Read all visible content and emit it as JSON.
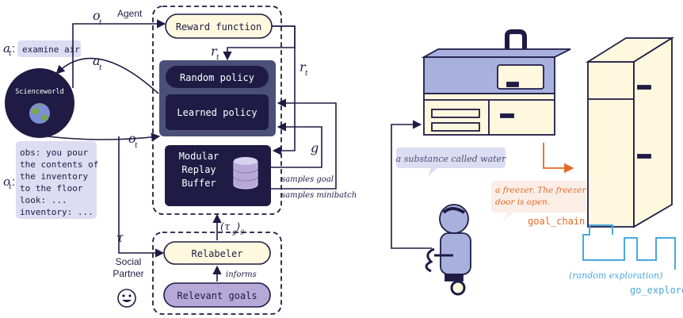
{
  "agent": {
    "label": "Agent",
    "reward_function": "Reward function",
    "random_policy": "Random policy",
    "learned_policy": "Learned policy",
    "replay_buffer_line1": "Modular",
    "replay_buffer_line2": "Replay",
    "replay_buffer_line3": "Buffer"
  },
  "social_partner": {
    "label_line1": "Social",
    "label_line2": "Partner",
    "relabeler": "Relabeler",
    "relevant_goals": "Relevant goals",
    "informs": "informs"
  },
  "environment": {
    "name": "Scienceworld"
  },
  "symbols": {
    "o_t": "o",
    "a_t": "a",
    "r_t": "r",
    "g": "g",
    "tau": "τ",
    "t_sub": "t",
    "tau_g_open": "(τ",
    "tau_g_close": ")",
    "tau_g_sub": "g",
    "tau_g_outer": "g"
  },
  "action_bubble": {
    "prefix": "a",
    "text": "examine air"
  },
  "observation_bubble": {
    "prefix": "o",
    "lines": [
      "obs: you pour",
      "the contents of",
      "the inventory",
      "to the floor",
      "look: ...",
      "inventory: ..."
    ]
  },
  "edge_labels": {
    "samples_goal": "samples goal",
    "samples_minibatch": "samples minibatch"
  },
  "scene": {
    "water_bubble": "a substance called water",
    "freezer_line1": "a freezer. The freezer",
    "freezer_line2": "door is open.",
    "goal_chain": "goal_chain",
    "random_exploration": "(random exploration)",
    "go_explore": "go_explore"
  },
  "colors": {
    "navy": "#1f1b45",
    "slate": "#4a5078",
    "cream": "#fdf8de",
    "lavender": "#b6a9d8",
    "bubble": "#dcdcf2",
    "orange": "#e06a2c",
    "blue": "#4aa8df",
    "sink_blue": "#a8b0de"
  }
}
